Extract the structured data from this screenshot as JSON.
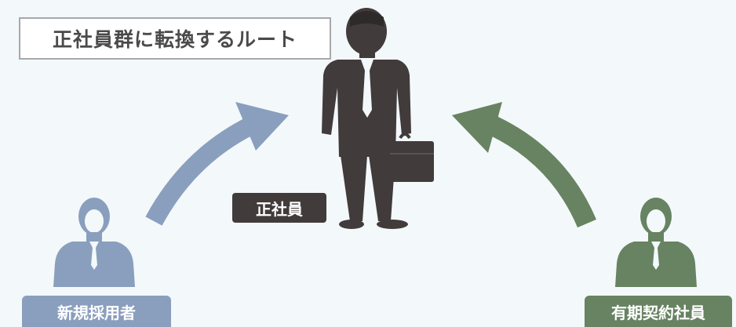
{
  "title": "正社員群に転換するルート",
  "labels": {
    "center": "正社員",
    "left": "新規採用者",
    "right": "有期契約社員"
  },
  "colors": {
    "center": "#423b3b",
    "left": "#8a9fbd",
    "right": "#678361",
    "background": "#f3f8fb"
  },
  "icons": {
    "center": "businessman-with-briefcase-icon",
    "left": "person-icon",
    "right": "person-icon",
    "arrows": "curved-arrow-icon"
  }
}
